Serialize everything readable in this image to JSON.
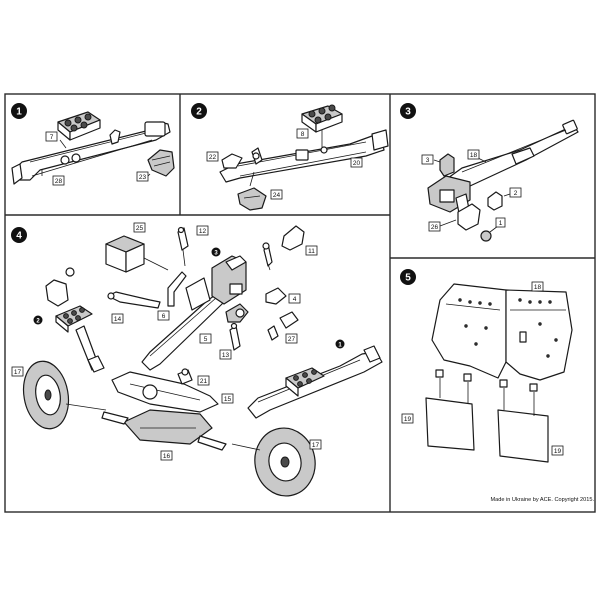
{
  "steps": [
    {
      "number": "1",
      "parts": [
        "7",
        "28",
        "23"
      ]
    },
    {
      "number": "2",
      "parts": [
        "8",
        "22",
        "20",
        "24"
      ]
    },
    {
      "number": "3",
      "parts": [
        "3",
        "18",
        "2",
        "26",
        "1"
      ]
    },
    {
      "number": "4",
      "parts": [
        "25",
        "12",
        "11",
        "6",
        "14",
        "4",
        "5",
        "13",
        "27",
        "17",
        "21",
        "15",
        "16",
        "17"
      ]
    },
    {
      "number": "5",
      "parts": [
        "18",
        "19",
        "19"
      ]
    }
  ],
  "step4_markers": {
    "marker_3": "3",
    "marker_2": "2",
    "marker_1": "1"
  },
  "copyright": "Made in Ukraine by ACE. Copyright 2015."
}
